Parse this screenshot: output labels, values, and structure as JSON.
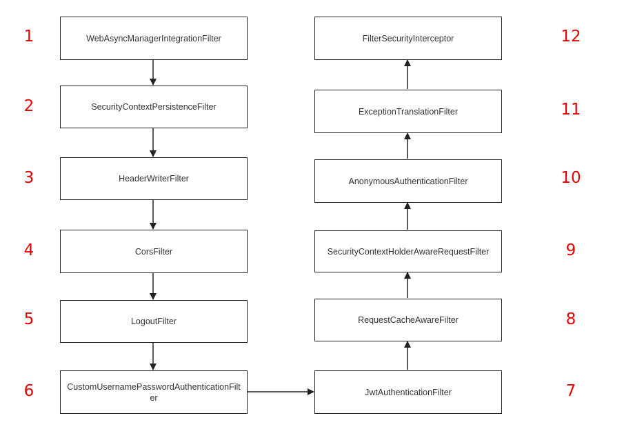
{
  "left_column": [
    {
      "number": "1",
      "label": "WebAsyncManagerIntegrationFilter"
    },
    {
      "number": "2",
      "label": "SecurityContextPersistenceFilter"
    },
    {
      "number": "3",
      "label": "HeaderWriterFilter"
    },
    {
      "number": "4",
      "label": "CorsFilter"
    },
    {
      "number": "5",
      "label": "LogoutFilter"
    },
    {
      "number": "6",
      "label": "CustomUsernamePasswordAuthenticationFilter"
    }
  ],
  "right_column": [
    {
      "number": "12",
      "label": "FilterSecurityInterceptor"
    },
    {
      "number": "11",
      "label": "ExceptionTranslationFilter"
    },
    {
      "number": "10",
      "label": "AnonymousAuthenticationFilter"
    },
    {
      "number": "9",
      "label": "SecurityContextHolderAwareRequestFilter"
    },
    {
      "number": "8",
      "label": "RequestCacheAwareFilter"
    },
    {
      "number": "7",
      "label": "JwtAuthenticationFilter"
    }
  ],
  "colors": {
    "number": "#e60000",
    "border": "#222222",
    "text": "#333333"
  }
}
